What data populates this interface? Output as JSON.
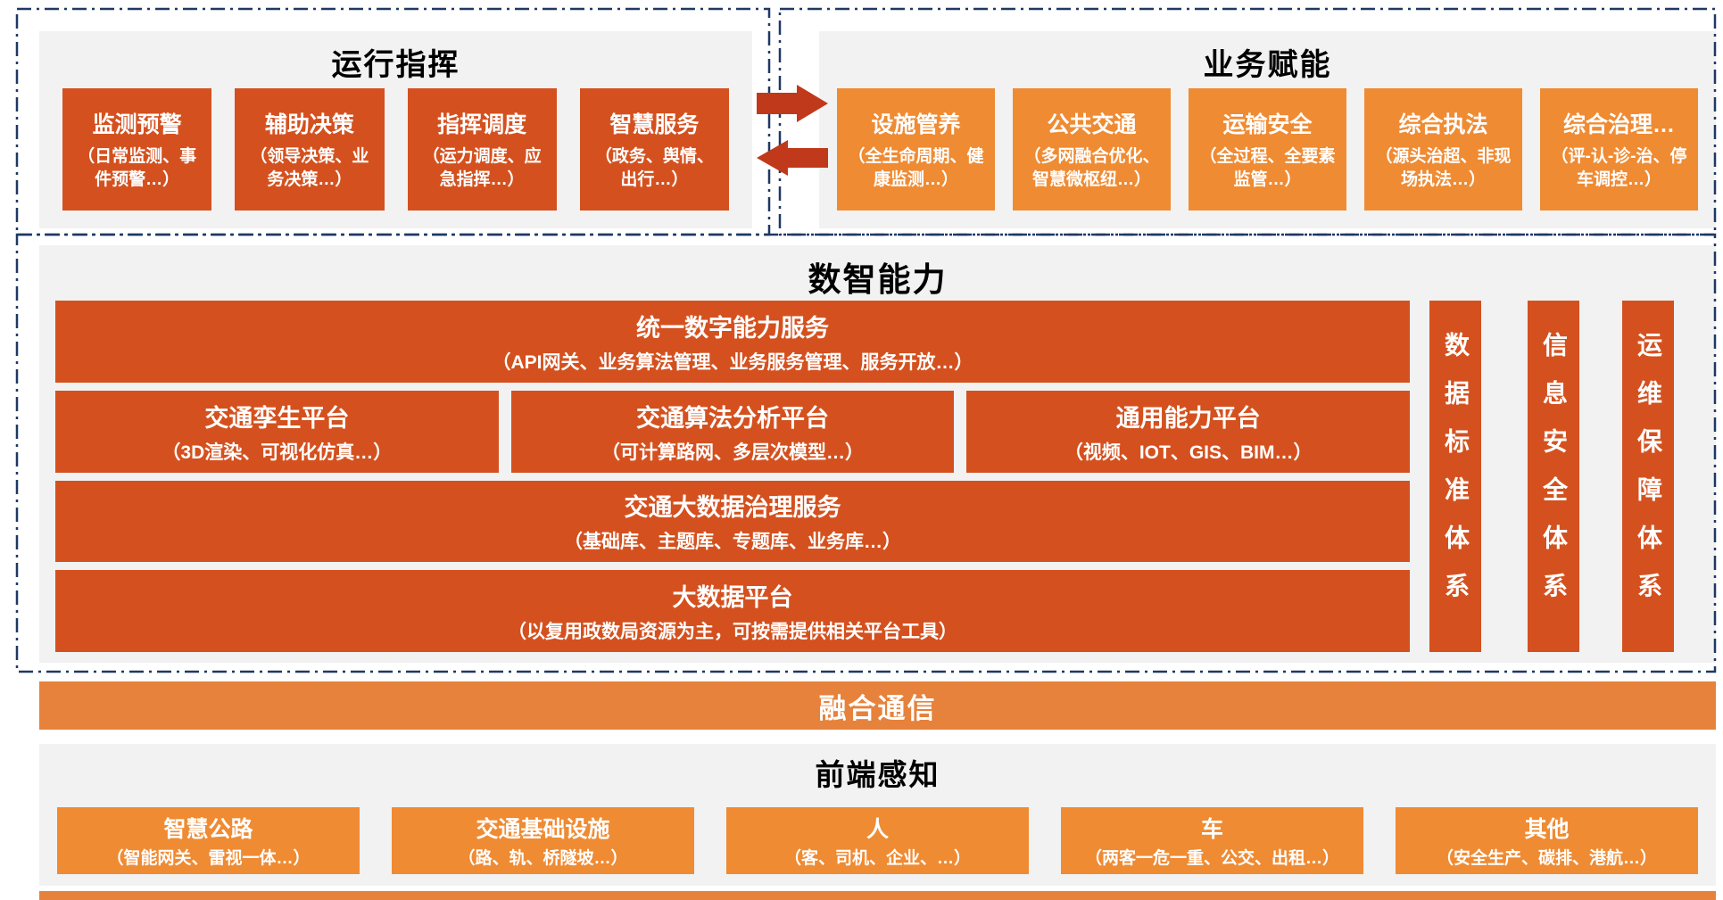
{
  "colors": {
    "dark_orange": "#D4511F",
    "light_orange": "#EF8B33",
    "medium_orange": "#E6823B",
    "panel_gray": "#F2F2F2",
    "dash_navy": "#1F3864",
    "arrow_red": "#C0391B"
  },
  "operation_command": {
    "title": "运行指挥",
    "items": [
      {
        "title": "监测预警",
        "desc": "（日常监测、事件预警…）"
      },
      {
        "title": "辅助决策",
        "desc": "（领导决策、业务决策…）"
      },
      {
        "title": "指挥调度",
        "desc": "（运力调度、应急指挥…）"
      },
      {
        "title": "智慧服务",
        "desc": "（政务、舆情、出行…）"
      }
    ]
  },
  "business_empowerment": {
    "title": "业务赋能",
    "items": [
      {
        "title": "设施管养",
        "desc": "（全生命周期、健康监测…）"
      },
      {
        "title": "公共交通",
        "desc": "（多网融合优化、智慧微枢纽…）"
      },
      {
        "title": "运输安全",
        "desc": "（全过程、全要素监管…）"
      },
      {
        "title": "综合执法",
        "desc": "（源头治超、非现场执法…）"
      },
      {
        "title": "综合治理…",
        "desc": "（评-认-诊-治、停车调控…）"
      }
    ]
  },
  "digital_capability": {
    "title": "数智能力",
    "unified_service": {
      "title": "统一数字能力服务",
      "desc": "（API网关、业务算法管理、业务服务管理、服务开放…）"
    },
    "platforms": [
      {
        "title": "交通孪生平台",
        "desc": "（3D渲染、可视化仿真…）"
      },
      {
        "title": "交通算法分析平台",
        "desc": "（可计算路网、多层次模型…）"
      },
      {
        "title": "通用能力平台",
        "desc": "（视频、IOT、GIS、BIM…）"
      }
    ],
    "data_governance": {
      "title": "交通大数据治理服务",
      "desc": "（基础库、主题库、专题库、业务库…）"
    },
    "bigdata_platform": {
      "title": "大数据平台",
      "desc": "（以复用政数局资源为主，可按需提供相关平台工具）"
    },
    "pillars": [
      "数据标准体系",
      "信息安全体系",
      "运维保障体系"
    ]
  },
  "converged_comm": {
    "title": "融合通信"
  },
  "frontend_perception": {
    "title": "前端感知",
    "items": [
      {
        "title": "智慧公路",
        "desc": "（智能网关、雷视一体…）"
      },
      {
        "title": "交通基础设施",
        "desc": "（路、轨、桥隧坡…）"
      },
      {
        "title": "人",
        "desc": "（客、司机、企业、…）"
      },
      {
        "title": "车",
        "desc": "（两客一危一重、公交、出租…）"
      },
      {
        "title": "其他",
        "desc": "（安全生产、碳排、港航…）"
      }
    ]
  }
}
